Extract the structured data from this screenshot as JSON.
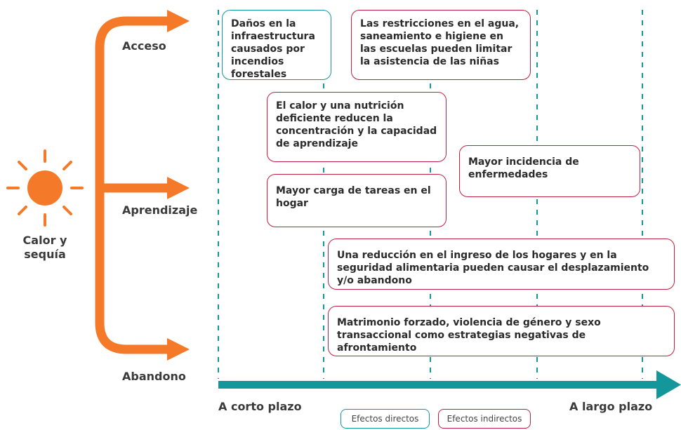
{
  "colors": {
    "orange": "#f47a2a",
    "teal": "#14979b",
    "crimson": "#c0203f"
  },
  "source": {
    "label": "Calor y sequía",
    "icon": "sun-icon"
  },
  "pathways": {
    "access": "Acceso",
    "learning": "Aprendizaje",
    "dropout": "Abandono"
  },
  "timeline": {
    "short_term": "A corto plazo",
    "long_term": "A largo plazo"
  },
  "effects": {
    "infrastructure_damage": "Daños en la infraestructura causados por incendios forestales",
    "wash_restrictions": "Las restricciones en el agua, saneamiento e higiene en las escuelas pueden limitar la asistencia de las niñas",
    "heat_nutrition": "El calor y una nutrición deficiente reducen la concentración y la capacidad de aprendizaje",
    "disease_incidence": "Mayor incidencia de enfermedades",
    "household_chores": "Mayor carga de tareas en el hogar",
    "income_reduction": "Una reducción en el ingreso de los hogares y en la seguridad alimentaria pueden causar el desplazamiento y/o abandono",
    "forced_marriage": "Matrimonio forzado, violencia de género y sexo transaccional como estrategias negativas de afrontamiento"
  },
  "legend": {
    "direct": "Efectos directos",
    "indirect": "Efectos indirectos"
  }
}
